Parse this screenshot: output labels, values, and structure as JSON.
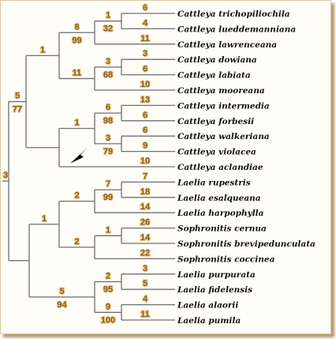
{
  "taxa": [
    "Cattleya trichopiliochila",
    "Cattleya lueddemanniana",
    "Cattleya lawrenceana",
    "Cattleya dowiana",
    "Cattleya labiata",
    "Cattleya mooreana",
    "Cattleya intermedia",
    "Cattleya forbesii",
    "Cattleya walkeriana",
    "Cattleya violacea",
    "Cattleya aclandiae",
    "Laelia rupestris",
    "Laelia esalqueana",
    "Laelia harpophylla",
    "Sophronitis cernua",
    "Sophronitis brevipedunculata",
    "Sophronitis coccinea",
    "Laelia purpurata",
    "Laelia fidelensis",
    "Laelia alaorii",
    "Laelia pumila"
  ],
  "tip_branch_lengths": [
    "6",
    "4",
    "11",
    "3",
    "6",
    "10",
    "13",
    "6",
    "6",
    "9",
    "10",
    "7",
    "18",
    "14",
    "26",
    "14",
    "22",
    "3",
    "5",
    "4",
    "11"
  ],
  "internal_nodes": [
    {
      "id": "n1",
      "children": [
        0,
        1
      ],
      "above": "1",
      "below": "32"
    },
    {
      "id": "n2",
      "children": [
        "n1",
        2
      ],
      "above": "8",
      "below": "99"
    },
    {
      "id": "n3",
      "children": [
        3,
        4
      ],
      "above": "3",
      "below": "68"
    },
    {
      "id": "n4",
      "children": [
        "n3",
        5
      ],
      "above": "11",
      "below": ""
    },
    {
      "id": "n5",
      "children": [
        "n2",
        "n4"
      ],
      "above": "1",
      "below": ""
    },
    {
      "id": "n6",
      "children": [
        6,
        7
      ],
      "above": "6",
      "below": "98"
    },
    {
      "id": "n7",
      "children": [
        8,
        9
      ],
      "above": "3",
      "below": "79"
    },
    {
      "id": "n8",
      "children": [
        "n6",
        "n7"
      ],
      "above": "1",
      "below": ""
    },
    {
      "id": "n9",
      "children": [
        "n8",
        10
      ],
      "above": "",
      "below": ""
    },
    {
      "id": "n10",
      "children": [
        "n5",
        "n9"
      ],
      "above": "5",
      "below": "77"
    },
    {
      "id": "n11",
      "children": [
        11,
        12
      ],
      "above": "7",
      "below": "99"
    },
    {
      "id": "n12",
      "children": [
        "n11",
        13
      ],
      "above": "2",
      "below": ""
    },
    {
      "id": "n13",
      "children": [
        14,
        15
      ],
      "above": "1",
      "below": ""
    },
    {
      "id": "n14",
      "children": [
        "n13",
        16
      ],
      "above": "2",
      "below": ""
    },
    {
      "id": "n15",
      "children": [
        "n12",
        "n14"
      ],
      "above": "1",
      "below": ""
    },
    {
      "id": "n16",
      "children": [
        17,
        18
      ],
      "above": "2",
      "below": "95"
    },
    {
      "id": "n17",
      "children": [
        19,
        20
      ],
      "above": "9",
      "below": "100"
    },
    {
      "id": "n18",
      "children": [
        "n16",
        "n17"
      ],
      "above": "5",
      "below": "94"
    },
    {
      "id": "n19",
      "children": [
        "n15",
        "n18"
      ],
      "above": "",
      "below": ""
    },
    {
      "id": "root",
      "children": [
        "n10",
        "n19"
      ],
      "above": "3",
      "below": ""
    }
  ],
  "marker": {
    "node": "n9",
    "icon": "arrowhead-icon",
    "color": "#000000"
  },
  "colors": {
    "branch": "#6f6f6f",
    "support": "#8a5d1c",
    "support_glow": "#e8c88a",
    "taxon": "#111111"
  }
}
